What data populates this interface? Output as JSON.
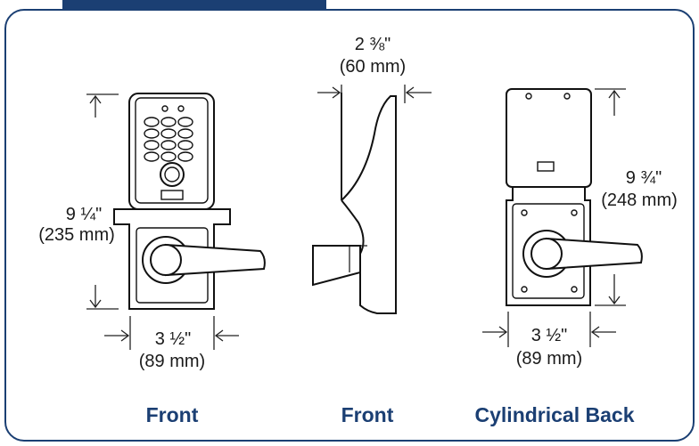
{
  "labels": {
    "front_left": "Front",
    "front_side": "Front",
    "cyl_back": "Cylindrical Back"
  },
  "dims": {
    "front_height": "9 ¼\"",
    "front_height_mm": "(235 mm)",
    "front_width": "3 ½\"",
    "front_width_mm": "(89 mm)",
    "side_depth": "2 ⅜\"",
    "side_depth_mm": "(60 mm)",
    "back_height": "9 ¾\"",
    "back_height_mm": "(248 mm)",
    "back_width": "3 ½\"",
    "back_width_mm": "(89 mm)"
  },
  "colors": {
    "accent": "#1b3f73"
  }
}
